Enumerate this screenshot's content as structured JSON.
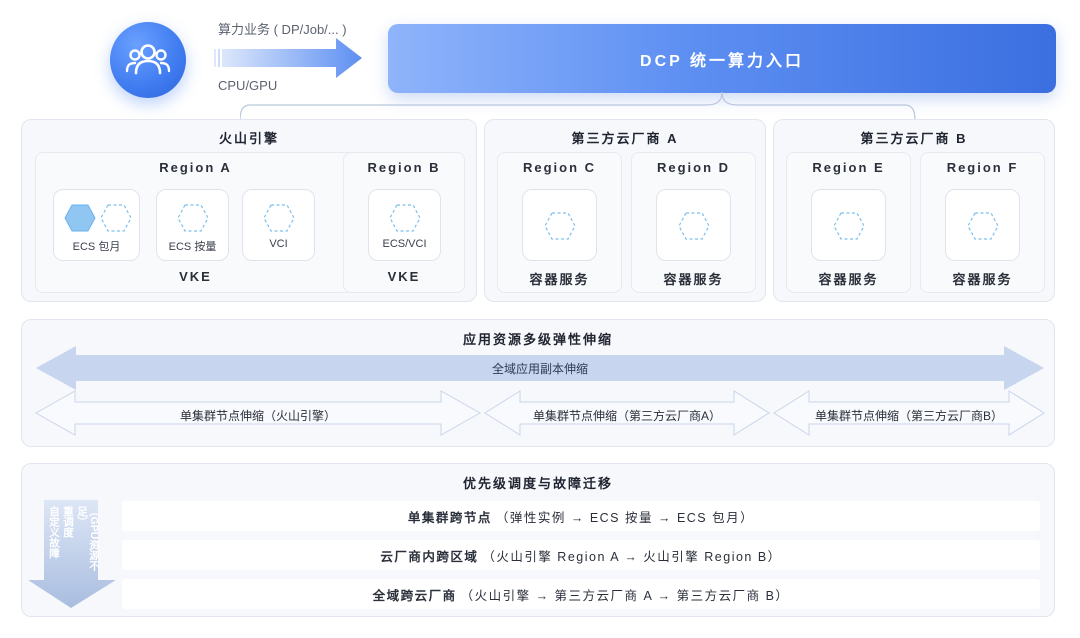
{
  "top": {
    "workload_label": "算力业务 ( DP/Job/... )",
    "resource_label": "CPU/GPU",
    "entry_title": "DCP 统一算力入口"
  },
  "providers": [
    {
      "title": "火山引擎",
      "regions": [
        {
          "title": "Region A",
          "footer": "VKE",
          "nodes": [
            {
              "label": "ECS 包月"
            },
            {
              "label": "ECS 按量"
            },
            {
              "label": "VCI"
            }
          ]
        },
        {
          "title": "Region B",
          "footer": "VKE",
          "nodes": [
            {
              "label": "ECS/VCI"
            }
          ]
        }
      ]
    },
    {
      "title": "第三方云厂商 A",
      "regions": [
        {
          "title": "Region C",
          "footer": "容器服务"
        },
        {
          "title": "Region D",
          "footer": "容器服务"
        }
      ]
    },
    {
      "title": "第三方云厂商 B",
      "regions": [
        {
          "title": "Region E",
          "footer": "容器服务"
        },
        {
          "title": "Region F",
          "footer": "容器服务"
        }
      ]
    }
  ],
  "elastic": {
    "title": "应用资源多级弹性伸缩",
    "global_label": "全域应用副本伸缩",
    "cluster_labels": [
      "单集群节点伸缩（火山引擎）",
      "单集群节点伸缩（第三方云厂商A）",
      "单集群节点伸缩（第三方云厂商B）"
    ]
  },
  "priority": {
    "title": "优先级调度与故障迁移",
    "side_col1": "自定义故障",
    "side_col2": "重调度",
    "side_col3": "（GPU资源不足）",
    "rows": [
      {
        "bold": "单集群跨节点",
        "detail": "（弹性实例 → ECS 按量 → ECS 包月）"
      },
      {
        "bold": "云厂商内跨区域",
        "detail": "（火山引擎 Region A → 火山引擎 Region B）"
      },
      {
        "bold": "全域跨云厂商",
        "detail": "（火山引擎 → 第三方云厂商 A → 第三方云厂商 B）"
      }
    ]
  },
  "colors": {
    "accent": "#3f7bf0",
    "arrow_fill": "#c7d5ef",
    "panel_bg": "#f6f8fb",
    "hex_solid": "#8fc6f2",
    "hex_dashed": "#7cc0ee"
  }
}
